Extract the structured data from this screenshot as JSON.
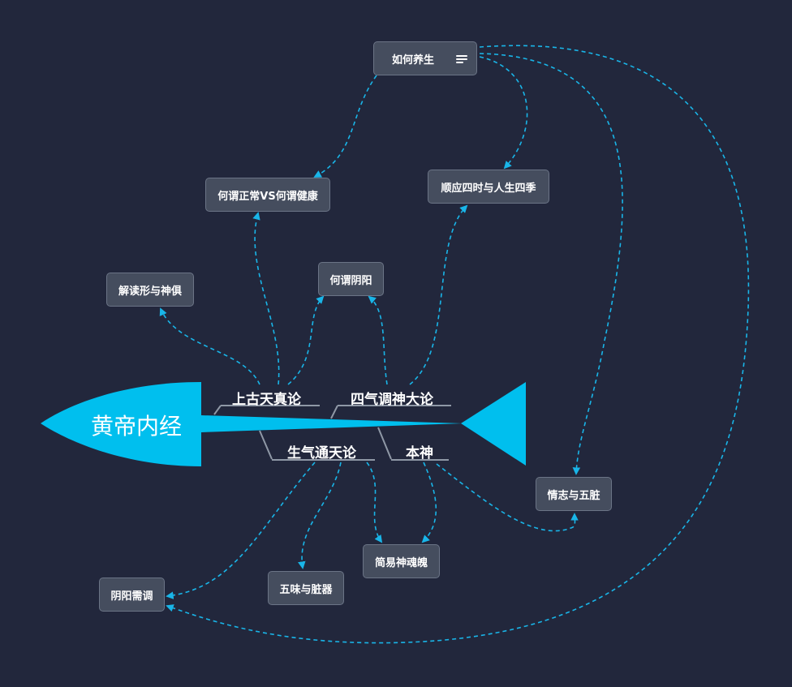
{
  "title": "黄帝内经",
  "branches": [
    "上古天真论",
    "四气调神大论",
    "生气通天论",
    "本神"
  ],
  "nodes": [
    "如何养生",
    "何谓正常VS何谓健康",
    "顺应四时与人生四季",
    "解读形与神俱",
    "何谓阴阳",
    "情志与五脏",
    "简易神魂魄",
    "五味与脏器",
    "阴阳需调"
  ],
  "colors": {
    "background": "#22273c",
    "fish": "#00bfee",
    "link": "#19b5e8",
    "node_fill": "#454d5e",
    "node_border": "#6b7486",
    "bone": "#8f98a6"
  },
  "icons": {
    "note": "menu-lines-icon"
  }
}
